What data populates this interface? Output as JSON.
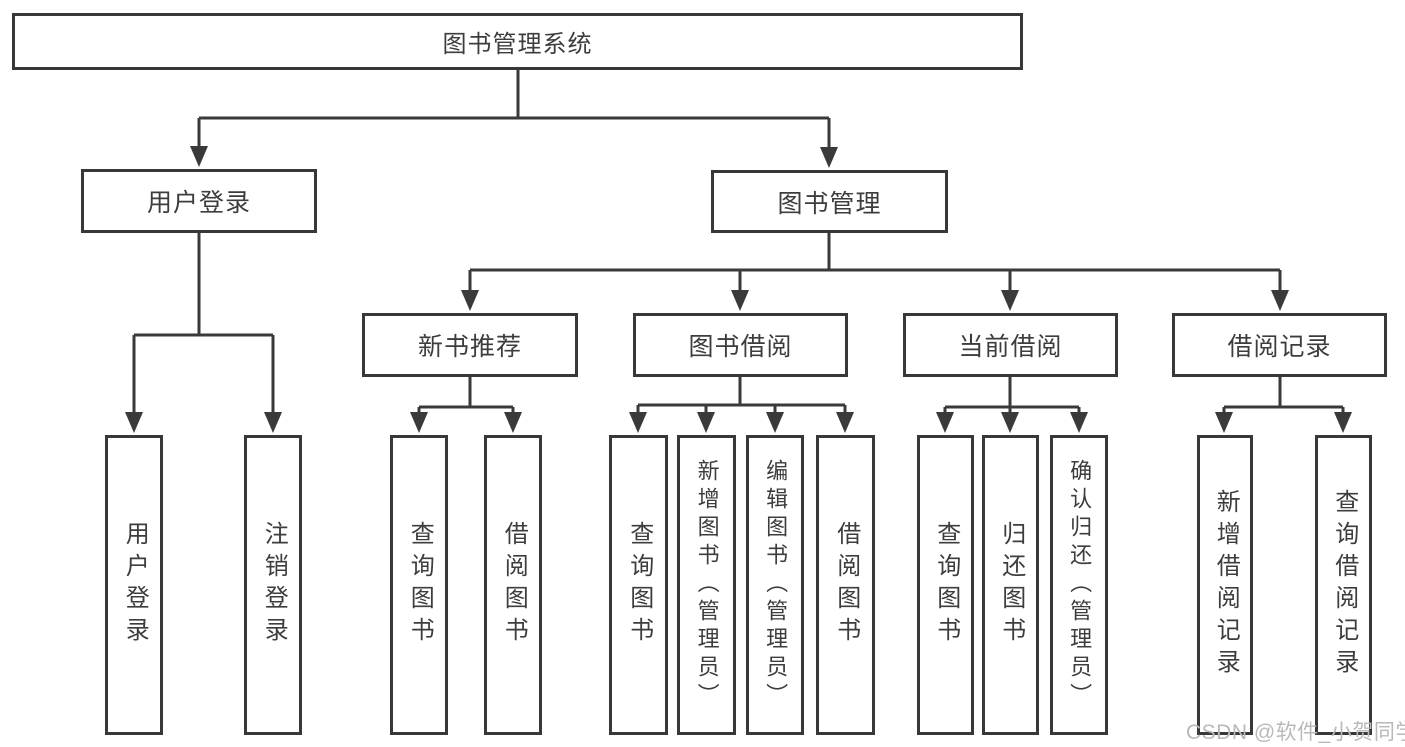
{
  "nodes": {
    "root": {
      "label": "图书管理系统"
    },
    "level2": [
      {
        "label": "用户登录"
      },
      {
        "label": "图书管理"
      }
    ],
    "level3": [
      {
        "label": "新书推荐",
        "parent": "图书管理"
      },
      {
        "label": "图书借阅",
        "parent": "图书管理"
      },
      {
        "label": "当前借阅",
        "parent": "图书管理"
      },
      {
        "label": "借阅记录",
        "parent": "图书管理"
      }
    ],
    "leaves": [
      {
        "label": "用户登录",
        "parent": "用户登录"
      },
      {
        "label": "注销登录",
        "parent": "用户登录"
      },
      {
        "label": "查询图书",
        "parent": "新书推荐"
      },
      {
        "label": "借阅图书",
        "parent": "新书推荐"
      },
      {
        "label": "查询图书",
        "parent": "图书借阅"
      },
      {
        "label": "新增图书（管理员）",
        "parent": "图书借阅"
      },
      {
        "label": "编辑图书（管理员）",
        "parent": "图书借阅"
      },
      {
        "label": "借阅图书",
        "parent": "图书借阅"
      },
      {
        "label": "查询图书",
        "parent": "当前借阅"
      },
      {
        "label": "归还图书",
        "parent": "当前借阅"
      },
      {
        "label": "确认归还（管理员）",
        "parent": "当前借阅"
      },
      {
        "label": "新增借阅记录",
        "parent": "借阅记录"
      },
      {
        "label": "查询借阅记录",
        "parent": "借阅记录"
      }
    ]
  },
  "watermark": {
    "text": "CSDN @软件_小贺同学"
  },
  "colors": {
    "line": "#3a3a3a",
    "border": "#383838",
    "text": "#3d3d3d",
    "watermark": "#b9b9b9",
    "background": "#ffffff"
  }
}
